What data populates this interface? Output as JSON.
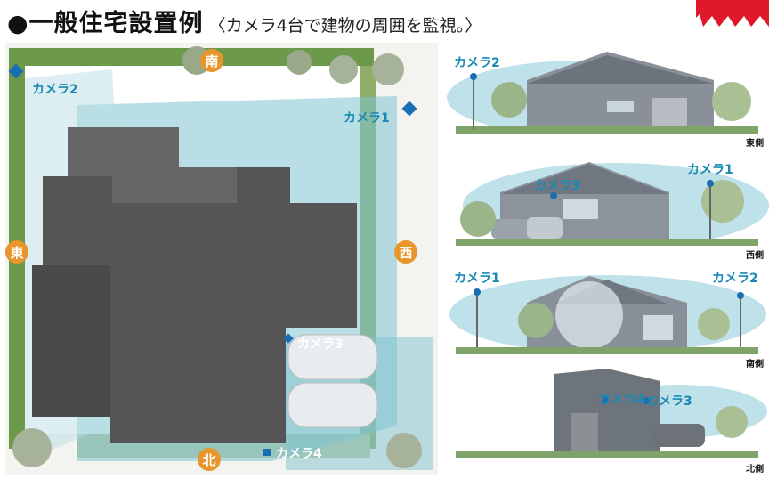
{
  "title": {
    "main": "●一般住宅設置例",
    "sub": "〈カメラ4台で建物の周囲を監視。〉"
  },
  "plan": {
    "compass": {
      "south": "南",
      "east": "東",
      "west": "西",
      "north": "北"
    },
    "cameras": {
      "cam1": "カメラ1",
      "cam2": "カメラ2",
      "cam3": "カメラ3",
      "cam4": "カメラ4"
    }
  },
  "panels": [
    {
      "caption": "東側",
      "cam_a": "カメラ2"
    },
    {
      "caption": "西側",
      "cam_a": "カメラ3",
      "cam_b": "カメラ1"
    },
    {
      "caption": "南側",
      "cam_a": "カメラ1",
      "cam_b": "カメラ2"
    },
    {
      "caption": "北側",
      "cam_a": "カメラ4",
      "cam_b": "カメラ3"
    }
  ],
  "colors": {
    "accent": "#1a8ab5",
    "compass": "#e8952c",
    "roof": "#555555",
    "coverage": "#7fc3cf",
    "burst": "#e0192a"
  }
}
